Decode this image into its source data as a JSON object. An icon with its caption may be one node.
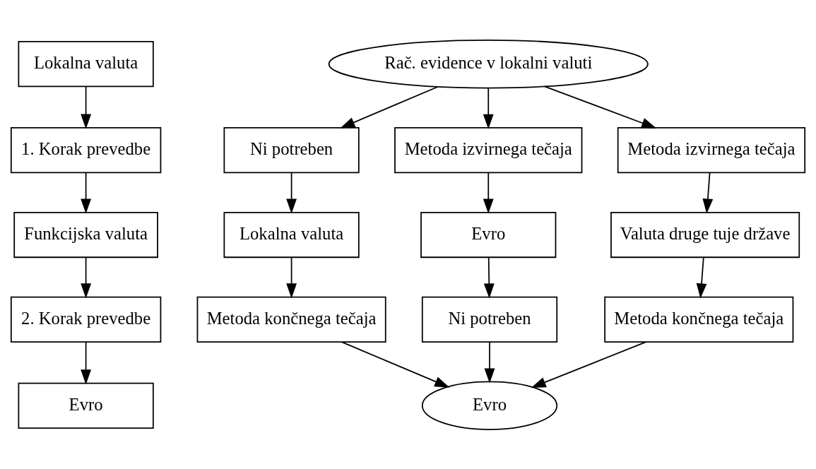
{
  "diagram": {
    "nodes": [
      {
        "text": [
          "Lokalna valuta"
        ]
      },
      {
        "text": [
          "1. Korak prevedbe"
        ]
      },
      {
        "text": [
          "Funkcijska valuta"
        ]
      },
      {
        "text": [
          "2. Korak prevedbe"
        ]
      },
      {
        "text": [
          "Evro"
        ]
      },
      {
        "text": [
          "Rač. evidence v lokalni valuti"
        ]
      },
      {
        "text": [
          "Ni potreben"
        ]
      },
      {
        "text": [
          "Metoda izvirnega tečaja"
        ]
      },
      {
        "text": [
          "Metoda izvirnega tečaja"
        ]
      },
      {
        "text": [
          "Lokalna valuta"
        ]
      },
      {
        "text": [
          "Evro"
        ]
      },
      {
        "text": [
          "Valuta druge tuje države"
        ]
      },
      {
        "text": [
          "Metoda končnega tečaja"
        ]
      },
      {
        "text": [
          "Ni potreben"
        ]
      },
      {
        "text": [
          "Metoda končnega tečaja"
        ]
      },
      {
        "text": [
          "Evro"
        ]
      }
    ],
    "edges": [
      {
        "from": 0,
        "to": 1,
        "arrow": "to"
      },
      {
        "from": 1,
        "to": 2,
        "arrow": "to"
      },
      {
        "from": 2,
        "to": 3,
        "arrow": "to"
      },
      {
        "from": 3,
        "to": 4,
        "arrow": "to"
      },
      {
        "from": 5,
        "to": 6,
        "arrow": "to"
      },
      {
        "from": 5,
        "to": 7,
        "arrow": "to"
      },
      {
        "from": 5,
        "to": 8,
        "arrow": "to"
      },
      {
        "from": 6,
        "to": 9,
        "arrow": "to"
      },
      {
        "from": 7,
        "to": 10,
        "arrow": "to"
      },
      {
        "from": 8,
        "to": 11,
        "arrow": "to"
      },
      {
        "from": 9,
        "to": 12,
        "arrow": "to"
      },
      {
        "from": 10,
        "to": 13,
        "arrow": "to"
      },
      {
        "from": 11,
        "to": 14,
        "arrow": "to"
      },
      {
        "from": 12,
        "to": 15,
        "arrow": "to"
      },
      {
        "from": 13,
        "to": 15,
        "arrow": "to"
      },
      {
        "from": 14,
        "to": 15,
        "arrow": "to"
      }
    ]
  }
}
